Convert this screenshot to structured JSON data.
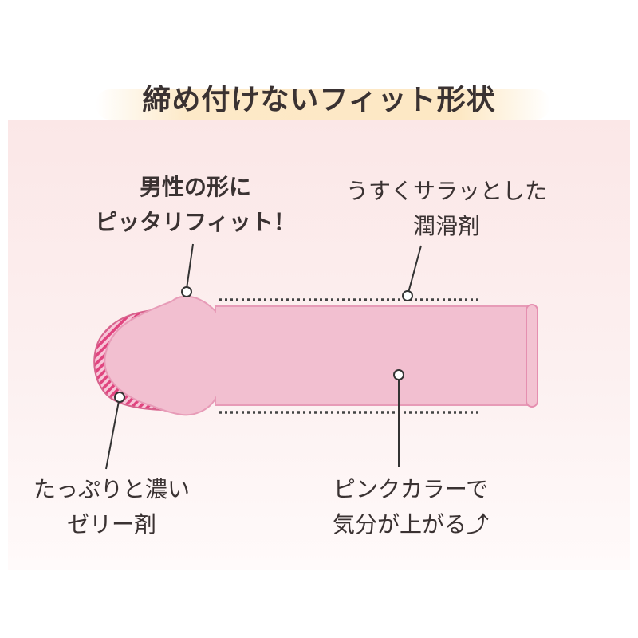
{
  "title": "締め付けないフィット形状",
  "callouts": {
    "fit": {
      "line1": "男性の形に",
      "line2": "ピッタリフィット！"
    },
    "lubricant": {
      "line1": "うすくサラッとした",
      "line2": "潤滑剤"
    },
    "jelly": {
      "line1": "たっぷりと濃い",
      "line2": "ゼリー剤"
    },
    "color": {
      "line1": "ピンクカラーで",
      "line2": "気分が上がる⤴"
    }
  },
  "colors": {
    "body_pink": "#f2bfd0",
    "outline_pink": "#e79bb7",
    "jelly_stripe": "#e0457f",
    "title_highlight": "#fde9c8",
    "text": "#3a3232"
  }
}
